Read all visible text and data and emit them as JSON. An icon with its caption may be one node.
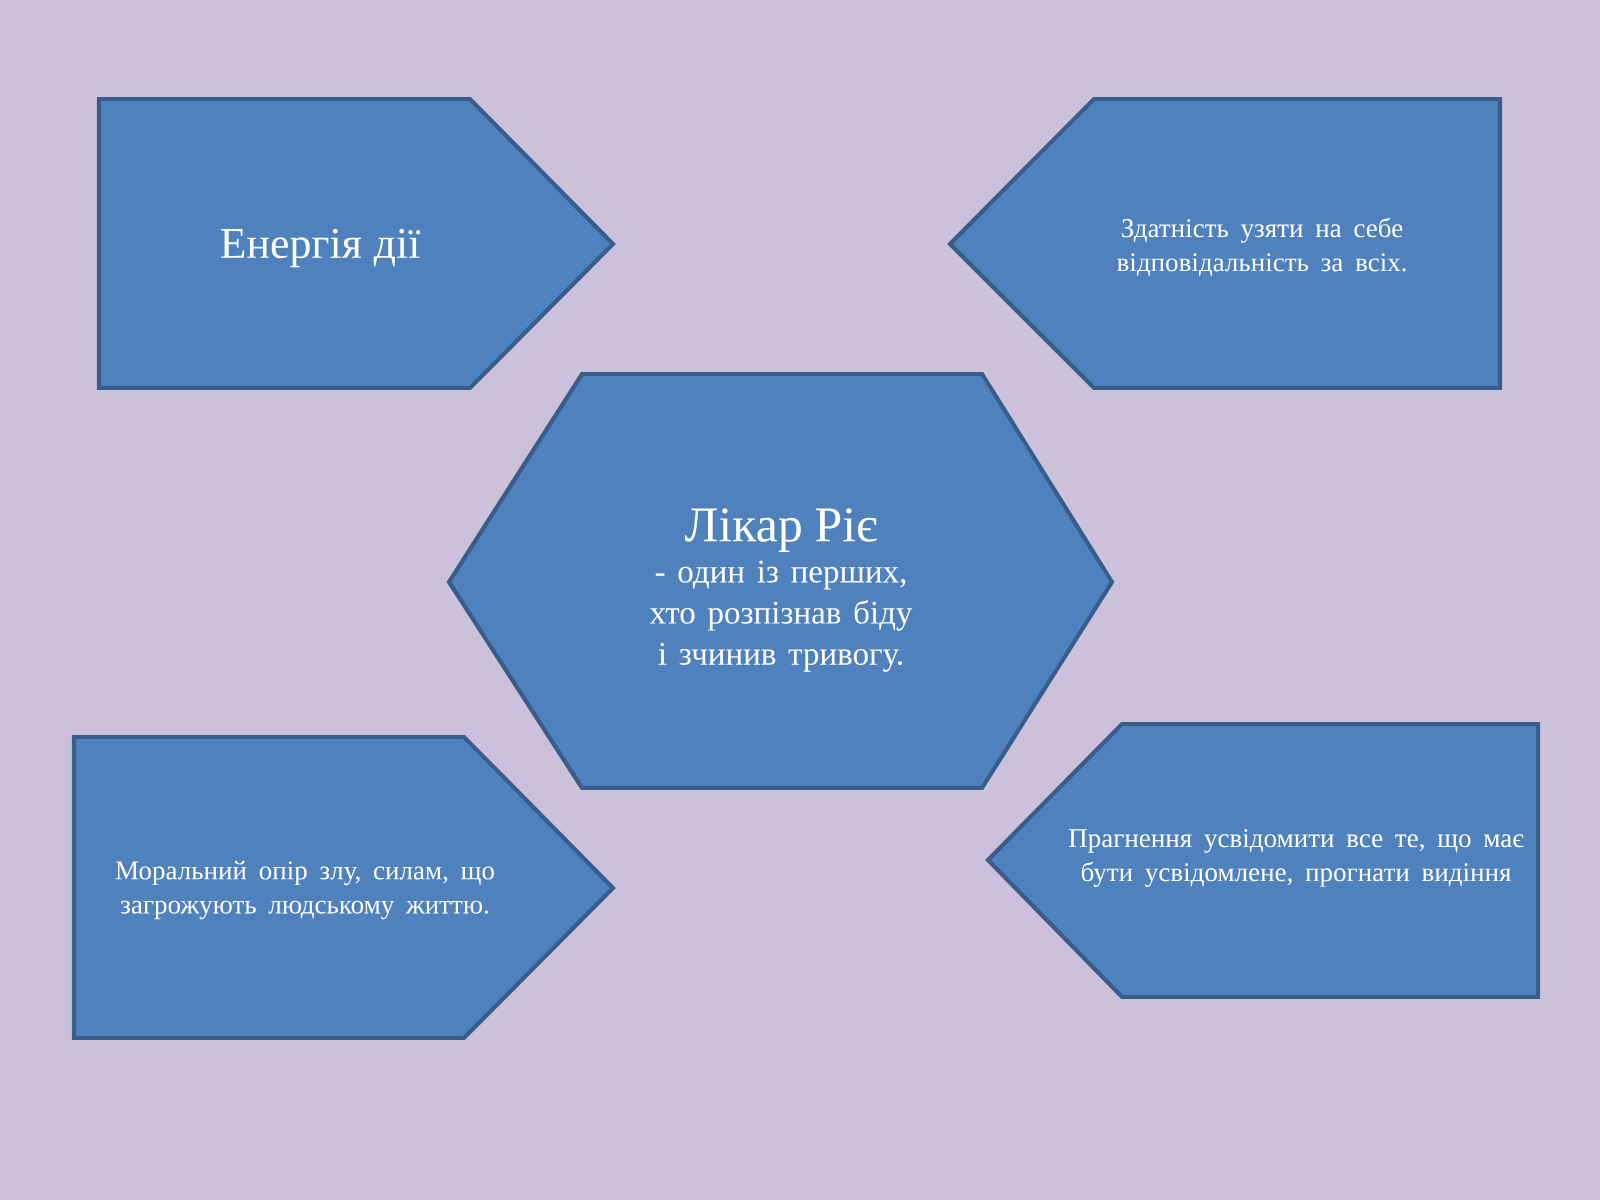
{
  "diagram": {
    "nodes": [
      {
        "text": [
          "Енергія дії"
        ]
      },
      {
        "text": [
          "Здатність узяти на себе відповідальність за всіх."
        ]
      },
      {
        "text": [
          "Лікар Ріє",
          "- один із перших, хто розпізнав біду і зчинив тривогу."
        ]
      },
      {
        "text": [
          "Моральний опір злу, силам, що загрожують людському життю."
        ]
      },
      {
        "text": [
          "Прагнення усвідомити все те, що має бути усвідомлене, прогнати видіння"
        ]
      }
    ]
  }
}
